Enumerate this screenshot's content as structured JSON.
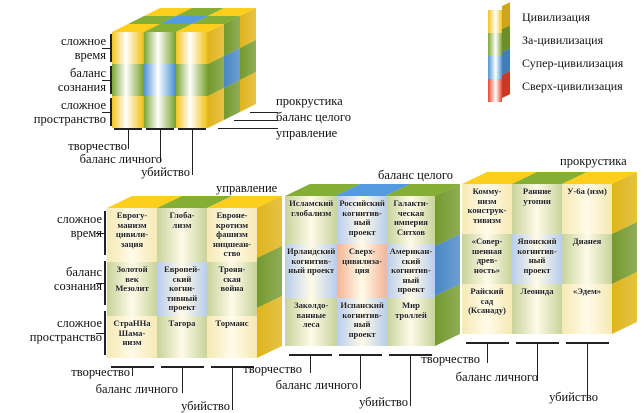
{
  "colors": {
    "yellow": "#f2c41c",
    "green": "#7ea632",
    "blue": "#4f93d6",
    "red": "#e8452a",
    "pale_yellow": "#f6e9b4",
    "pale_green": "#c7d39a",
    "pale_blue": "#b8cdee",
    "pale_red": "#f3b497"
  },
  "legend": [
    {
      "label": "Цивилизация",
      "color": "yellow"
    },
    {
      "label": "За-цивилизация",
      "color": "green"
    },
    {
      "label": "Супер-цивилизация",
      "color": "blue"
    },
    {
      "label": "Сверх-цивилизация",
      "color": "red"
    }
  ],
  "rows": [
    "сложное\nвремя",
    "баланс\nсознания",
    "сложное\nпространство"
  ],
  "columns": [
    "творчество",
    "баланс личного",
    "убийство"
  ],
  "depth": [
    "прокрустика",
    "баланс целого",
    "управление"
  ],
  "slabs": [
    {
      "title": "управление",
      "cells": [
        [
          "Еврогу-\nманизм\nцивили-\nзация",
          "Глоба-\nлизм",
          "Евроне-\nкротизм\nфашизм\nницшеан-\nство"
        ],
        [
          "Золотой\nвек\nМезолит",
          "Европей-\nский\nкогни-\nтивный\nпроект",
          "Троян-\nская\nвойна"
        ],
        [
          "СтраННа\nШама-\nнизм",
          "Тагора",
          "Торманс"
        ]
      ],
      "colors": [
        [
          "pale_yellow",
          "pale_green",
          "pale_yellow"
        ],
        [
          "pale_green",
          "pale_blue",
          "pale_green"
        ],
        [
          "pale_yellow",
          "pale_green",
          "pale_yellow"
        ]
      ],
      "top": [
        "yellow",
        "green",
        "yellow"
      ],
      "side": [
        "yellow",
        "green",
        "yellow"
      ]
    },
    {
      "title": "баланс целого",
      "cells": [
        [
          "Исламский\nглобализм",
          "Российский\nкогнитив-\nный проект",
          "Галакти-\nческая\nимперия\nСитхов"
        ],
        [
          "Ирландский\nкогнитив-\nный проект",
          "Сверх-\nцивилиза-\nция",
          "Американ-\nский\nкогнитив-\nный проект"
        ],
        [
          "Заколдо-\nванные\nлеса",
          "Испанский\nкогнитив-\nный\nпроект",
          "Мир\nтроллей"
        ]
      ],
      "colors": [
        [
          "pale_green",
          "pale_blue",
          "pale_green"
        ],
        [
          "pale_blue",
          "pale_red",
          "pale_blue"
        ],
        [
          "pale_green",
          "pale_blue",
          "pale_green"
        ]
      ],
      "top": [
        "green",
        "blue",
        "green"
      ],
      "side": [
        "green",
        "blue",
        "green"
      ]
    },
    {
      "title": "прокрустика",
      "cells": [
        [
          "Комму-\nнизм\nконструк-\nтивизм",
          "Ранние\nутопии",
          "У-6а (изм)"
        ],
        [
          "«Совер-\nшенная\nдрев-\nность»",
          "Японский\nкогнитив-\nный\nпроект",
          "Дианея"
        ],
        [
          "Райский\nсад\n(Ксанаду)",
          "Леонида",
          "«Эдем»"
        ]
      ],
      "colors": [
        [
          "pale_yellow",
          "pale_green",
          "pale_yellow"
        ],
        [
          "pale_green",
          "pale_blue",
          "pale_green"
        ],
        [
          "pale_yellow",
          "pale_green",
          "pale_yellow"
        ]
      ],
      "top": [
        "yellow",
        "green",
        "yellow"
      ],
      "side": [
        "yellow",
        "green",
        "yellow"
      ]
    }
  ],
  "cube": {
    "front": [
      [
        "yellow",
        "green",
        "yellow"
      ],
      [
        "green",
        "blue",
        "green"
      ],
      [
        "yellow",
        "green",
        "yellow"
      ]
    ],
    "top": [
      [
        "yellow",
        "green",
        "yellow"
      ],
      [
        "green",
        "blue",
        "green"
      ],
      [
        "yellow",
        "green",
        "yellow"
      ]
    ],
    "side": [
      [
        "yellow",
        "green",
        "yellow"
      ],
      [
        "green",
        "blue",
        "green"
      ],
      [
        "yellow",
        "green",
        "yellow"
      ]
    ]
  }
}
